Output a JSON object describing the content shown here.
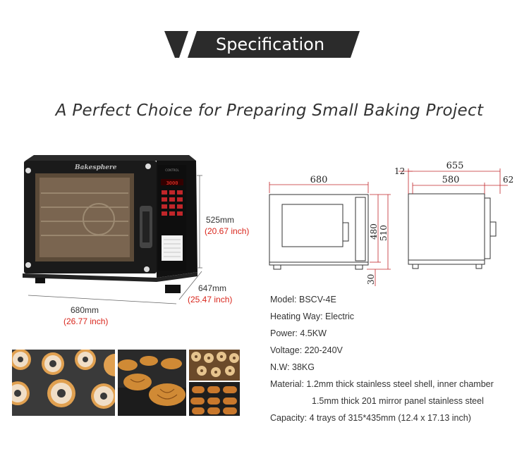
{
  "banner": {
    "title": "Specification"
  },
  "subtitle": "A Perfect Choice for Preparing Small Baking Project",
  "oven": {
    "brand": "Bakesphere",
    "display": "3000",
    "height_mm": "525mm",
    "height_in": "(20.67 inch)",
    "depth_mm": "647mm",
    "depth_in": "(25.47 inch)",
    "width_mm": "680mm",
    "width_in": "(26.77 inch)"
  },
  "front_drawing": {
    "width": "680",
    "inner_height": "480",
    "total_height": "510",
    "foot": "30"
  },
  "side_drawing": {
    "total": "655",
    "body": "580",
    "back": "12",
    "handle": "62"
  },
  "specs": {
    "model": "Model: BSCV-4E",
    "heating": "Heating Way: Electric",
    "power": "Power: 4.5KW",
    "voltage": "Voltage: 220-240V",
    "weight": "N.W: 38KG",
    "material_1": "Material: 1.2mm thick stainless steel shell, inner chamber",
    "material_2": "1.5mm thick 201 mirror panel stainless steel",
    "capacity": "Capacity: 4 trays of 315*435mm (12.4 x 17.13 inch)"
  },
  "colors": {
    "banner_dark": "#2b2b2b",
    "accent_red": "#d9261c"
  }
}
